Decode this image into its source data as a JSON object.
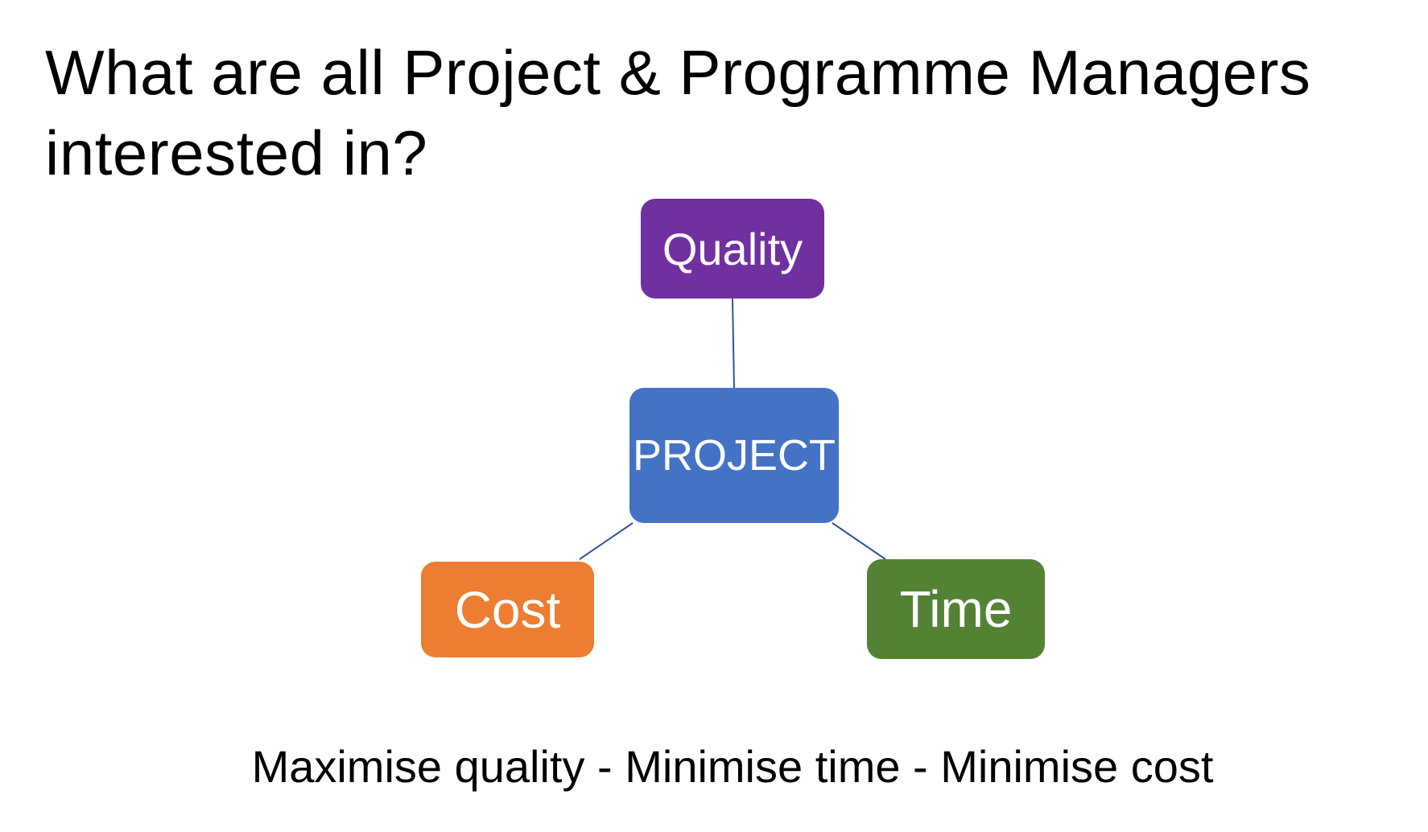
{
  "title": "What are all Project & Programme Managers interested in?",
  "diagram": {
    "nodes": {
      "quality": {
        "label": "Quality",
        "color": "#7030A0"
      },
      "project": {
        "label": "PROJECT",
        "color": "#4472C4"
      },
      "cost": {
        "label": "Cost",
        "color": "#ED7D31"
      },
      "time": {
        "label": "Time",
        "color": "#548235"
      }
    },
    "connector_color": "#2F5597"
  },
  "footer": "Maximise quality - Minimise time - Minimise cost"
}
